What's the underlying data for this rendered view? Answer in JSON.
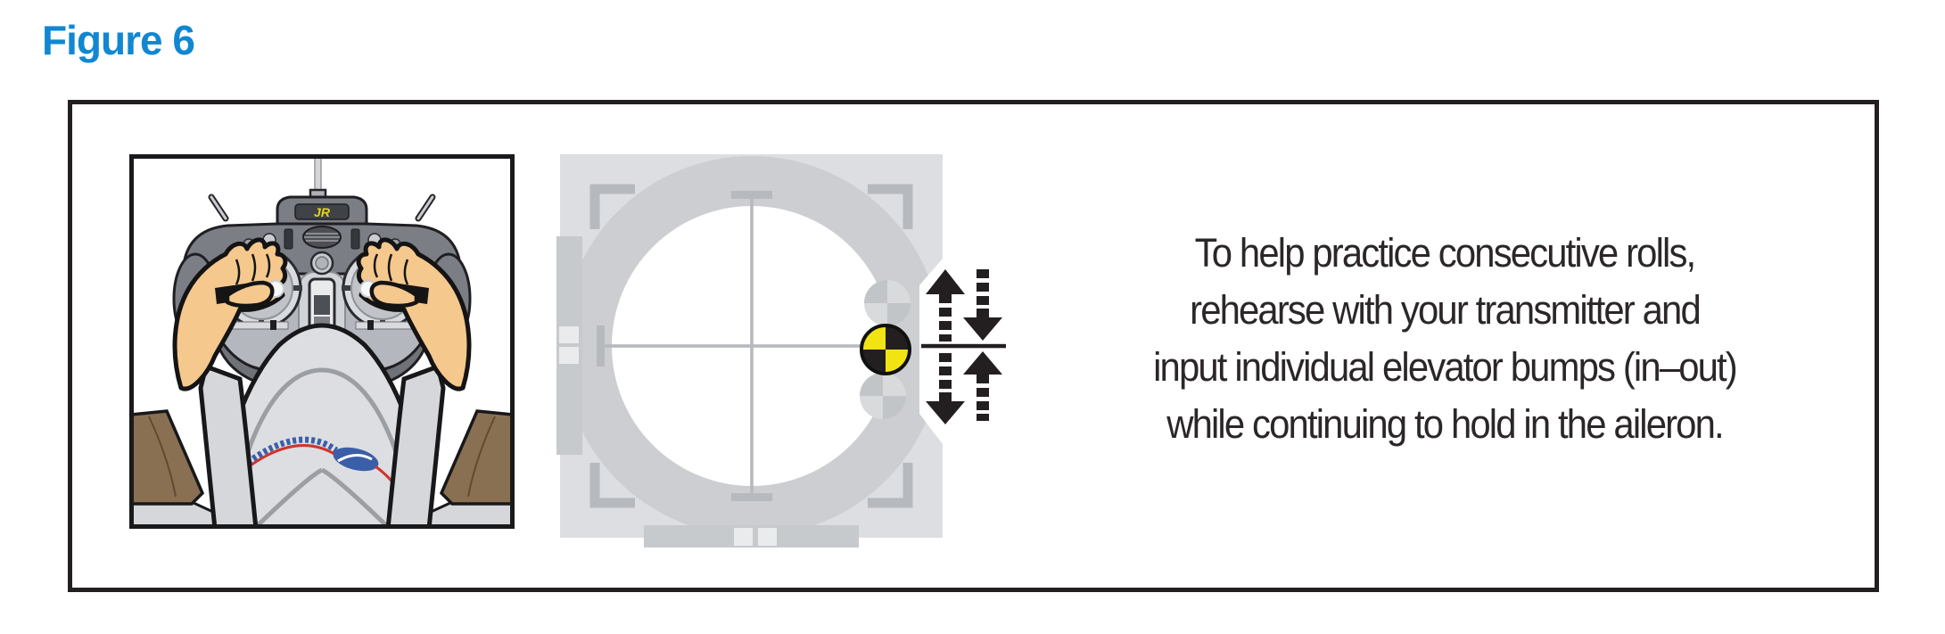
{
  "figure": {
    "label": "Figure 6"
  },
  "caption": {
    "lines": [
      "To help practice consecutive rolls,",
      "rehearse with your transmitter and",
      "input individual elevator bumps (in–out)",
      "while continuing to hold in the aileron."
    ]
  },
  "transmitter_panel": {
    "logo": "JR",
    "description": "pilot point-of-view: hands holding RC transmitter, thumbs deflecting both sticks outward, cap with logo in foreground"
  },
  "gimbal_diagram": {
    "description": "stylized transmitter stick gimbal with crosshair; CG ball held at full right aileron; elevator bump arrows in-out",
    "icons": [
      "cg-ball-icon",
      "ghost-ball-icon",
      "up-arrow-dashed-icon",
      "down-arrow-dashed-icon",
      "crosshair-icon",
      "corner-bracket-icon",
      "trim-slider-icon"
    ]
  },
  "colors": {
    "figure_label_blue": "#1187d2",
    "frame_black": "#231f20",
    "caption_text": "#2b2728",
    "gimbal_square_gray": "#dcdee1",
    "gimbal_ring_gray": "#ccced2",
    "crosshair_gray": "#b6b9bd",
    "ball_yellow": "#f2e412",
    "ball_black": "#231f20",
    "skin": "#f5c88e",
    "sleeve_gray": "#d5d7db",
    "sleeve_brown": "#8a7052",
    "tx_dark_gray": "#7b7e85",
    "tx_face_gray": "#b4b7bd",
    "cap_logo_blue": "#3b5ea8",
    "cap_logo_red": "#d0342c"
  }
}
